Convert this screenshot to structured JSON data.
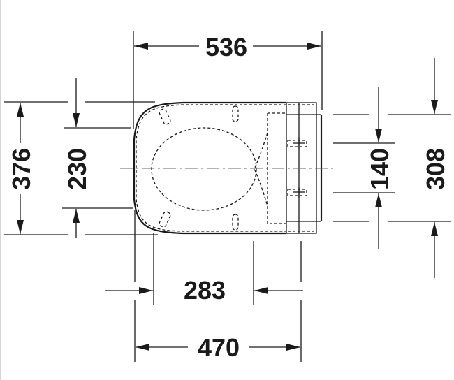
{
  "drawing": {
    "title": "Toilet seat and cover dimension drawing (top view)",
    "units": "mm",
    "colors": {
      "line": "#1a1a1a",
      "centerline": "#666666",
      "background": "#ffffff"
    },
    "dimensions": {
      "overall_length": {
        "label": "536",
        "orientation": "horizontal",
        "position": "top"
      },
      "overall_width": {
        "label": "376",
        "orientation": "vertical",
        "position": "left-outer"
      },
      "inner_opening_width": {
        "label": "230",
        "orientation": "vertical",
        "position": "left-inner"
      },
      "hinge_spacing": {
        "label": "140",
        "orientation": "vertical",
        "position": "right-inner"
      },
      "hinge_plate_width": {
        "label": "308",
        "orientation": "vertical",
        "position": "right-outer"
      },
      "front_to_hinge": {
        "label": "283",
        "orientation": "horizontal",
        "position": "bottom-inner"
      },
      "seat_length": {
        "label": "470",
        "orientation": "horizontal",
        "position": "bottom-outer"
      }
    }
  }
}
